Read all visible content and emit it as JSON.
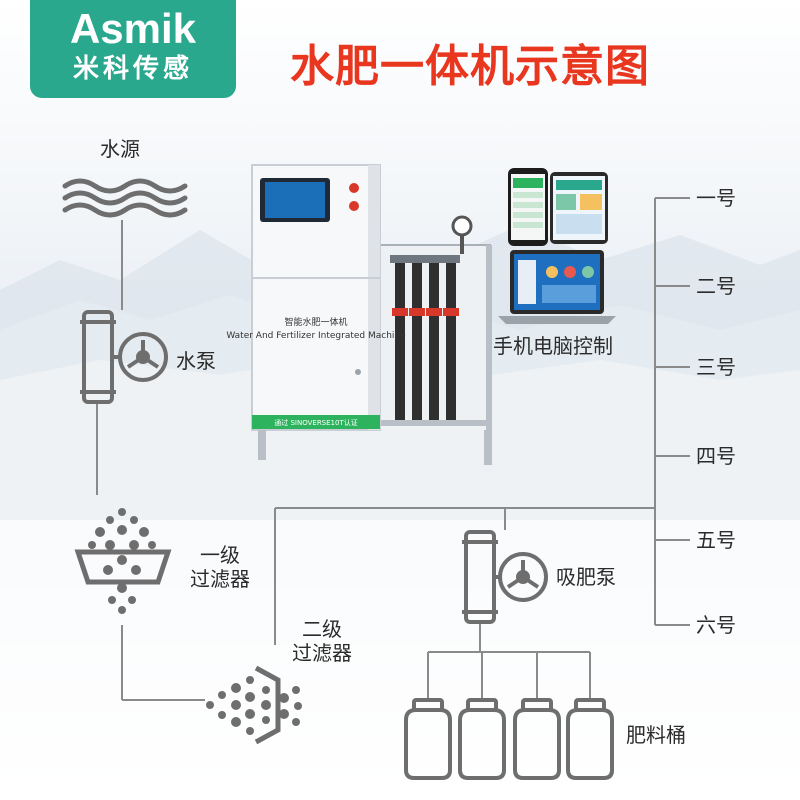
{
  "brand": {
    "name_en": "Asmik",
    "name_cn": "米科传感",
    "color": "#2aa88e"
  },
  "title": "水肥一体机示意图",
  "title_color": "#e8361f",
  "labels": {
    "water_source": "水源",
    "water_pump": "水泵",
    "filter1_line1": "一级",
    "filter1_line2": "过滤器",
    "filter2_line1": "二级",
    "filter2_line2": "过滤器",
    "suction_pump": "吸肥泵",
    "fertilizer_buckets": "肥料桶",
    "control": "手机电脑控制"
  },
  "zones": [
    "一号",
    "二号",
    "三号",
    "四号",
    "五号",
    "六号"
  ],
  "device": {
    "name": "智能水肥一体机",
    "subtitle": "Water And Fertilizer Integrated Machine",
    "badge": "通过 SINOVERSE10T认证"
  },
  "colors": {
    "line": "#8a8a8a",
    "icon": "#6e6e6e",
    "device_green": "#2db35d"
  }
}
